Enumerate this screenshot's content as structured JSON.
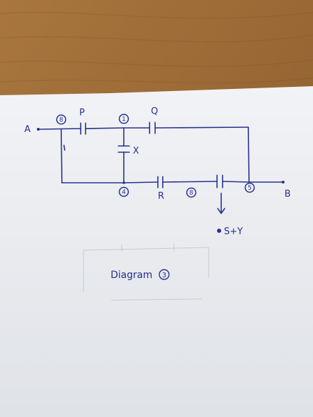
{
  "colors": {
    "table_top": "#a8763e",
    "table_bottom": "#8a5a2b",
    "paper": "#eef0f3",
    "ink": "#27308f"
  },
  "terminals": {
    "left": "A",
    "right": "B"
  },
  "capacitor_labels": {
    "p": "P",
    "q": "Q",
    "x": "X",
    "r": "R"
  },
  "nodes": {
    "n1": "8",
    "n2": "1",
    "n3": "4",
    "n4": "8",
    "n5": "5"
  },
  "note": "S+Y",
  "caption": "Diagram",
  "caption_number": "3"
}
